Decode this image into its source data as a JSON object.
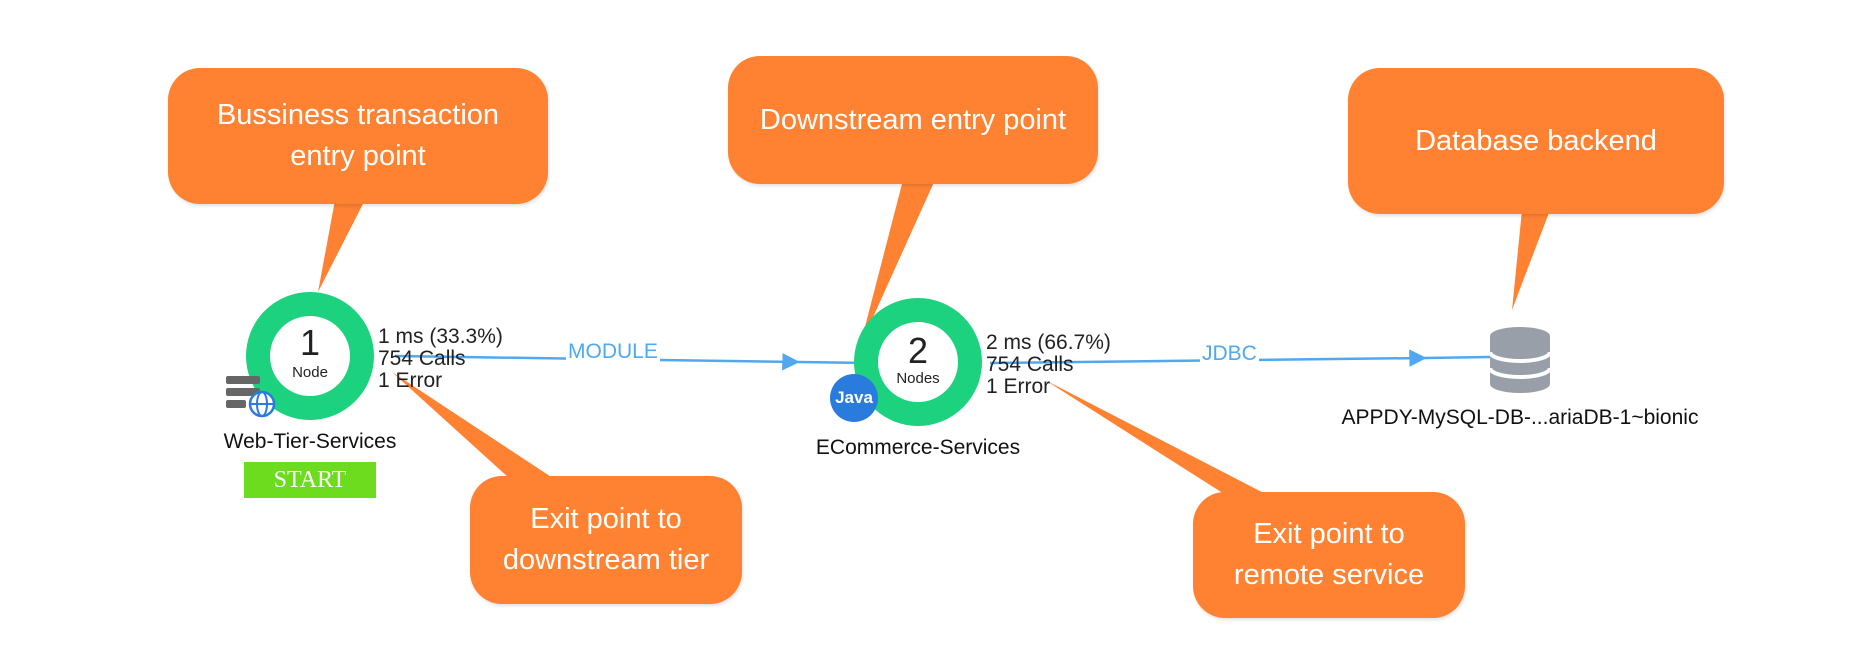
{
  "callouts": {
    "business_entry": {
      "line1": "Bussiness transaction",
      "line2": "entry point"
    },
    "downstream_entry": {
      "text": "Downstream entry point"
    },
    "database_backend": {
      "text": "Database backend"
    },
    "exit_downstream": {
      "line1": "Exit point to",
      "line2": "downstream tier"
    },
    "exit_remote": {
      "line1": "Exit point to",
      "line2": "remote service"
    }
  },
  "tiers": {
    "web": {
      "count": "1",
      "unit": "Node",
      "name": "Web-Tier-Services",
      "time": "1 ms (33.3%)",
      "calls": "754 Calls",
      "errors": "1 Error",
      "start_label": "START",
      "icon": "web-server-icon"
    },
    "ecommerce": {
      "count": "2",
      "unit": "Nodes",
      "name": "ECommerce-Services",
      "time": "2 ms (66.7%)",
      "calls": "754 Calls",
      "errors": "1 Error",
      "badge": "Java"
    },
    "database": {
      "name": "APPDY-MySQL-DB-...ariaDB-1~bionic",
      "icon": "database-icon"
    }
  },
  "edges": {
    "module": "MODULE",
    "jdbc": "JDBC"
  },
  "colors": {
    "callout": "#FF8233",
    "node_ring": "#1DD27E",
    "edge": "#4FA8F0",
    "start": "#6DDC1E",
    "java": "#2A7BDE",
    "db_icon": "#999FA8"
  }
}
